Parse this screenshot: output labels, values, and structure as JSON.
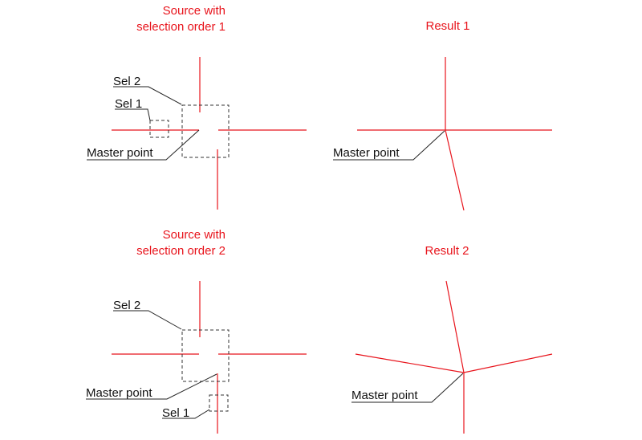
{
  "colors": {
    "geometry": "#e8141c",
    "annotation": "#111111",
    "background": "#ffffff"
  },
  "panels": {
    "source1": {
      "title_line1": "Source  with",
      "title_line2": "selection order 1",
      "sel2": "Sel 2",
      "sel1": "Sel 1",
      "master": "Master point"
    },
    "result1": {
      "title": "Result 1",
      "master": "Master point"
    },
    "source2": {
      "title_line1": "Source  with",
      "title_line2": "selection order 2",
      "sel2": "Sel 2",
      "sel1": "Sel 1",
      "master": "Master point"
    },
    "result2": {
      "title": "Result 2",
      "master": "Master point"
    }
  }
}
